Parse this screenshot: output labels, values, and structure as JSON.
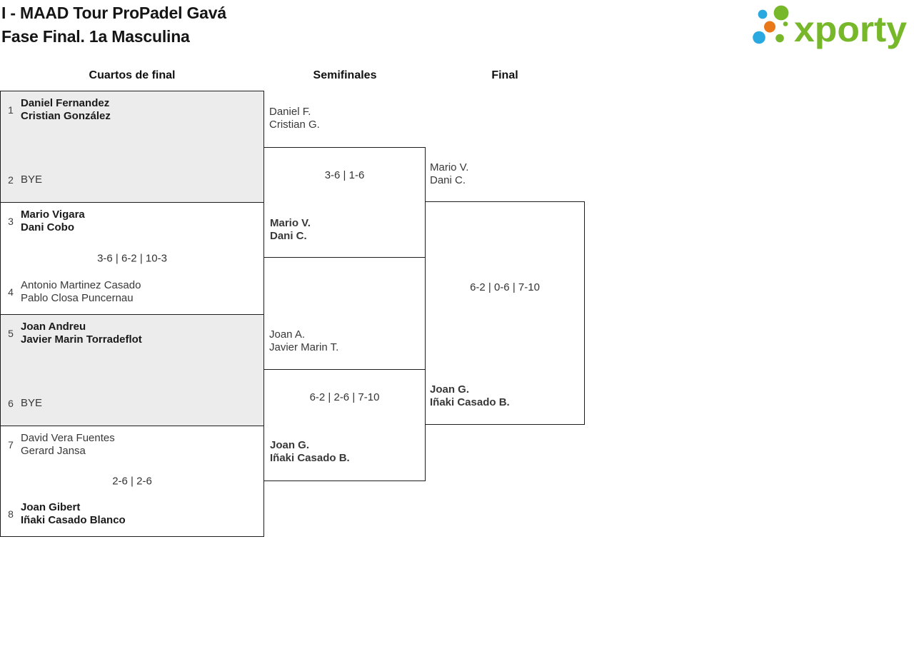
{
  "header": {
    "title_line1": "I - MAAD Tour ProPadel Gavá",
    "title_line2": "Fase Final. 1a Masculina",
    "logo_text": "xporty"
  },
  "brand_colors": {
    "green": "#77b82b",
    "blue": "#2aa9e0",
    "orange": "#e87818"
  },
  "round_headers": [
    "Cuartos de final",
    "Semifinales",
    "Final"
  ],
  "bracket": {
    "quarterfinals": [
      {
        "match": "QF1",
        "top": {
          "seed": "1",
          "players": [
            "Daniel Fernandez",
            "Cristian González"
          ],
          "winner": true
        },
        "bottom": {
          "seed": "2",
          "players": [
            "BYE"
          ],
          "winner": false
        },
        "score": "",
        "bye": true
      },
      {
        "match": "QF2",
        "top": {
          "seed": "3",
          "players": [
            "Mario Vigara",
            "Dani Cobo"
          ],
          "winner": true
        },
        "bottom": {
          "seed": "4",
          "players": [
            "Antonio Martinez Casado",
            "Pablo Closa Puncernau"
          ],
          "winner": false
        },
        "score": "3-6 | 6-2 | 10-3",
        "bye": false
      },
      {
        "match": "QF3",
        "top": {
          "seed": "5",
          "players": [
            "Joan Andreu",
            "Javier Marin Torradeflot"
          ],
          "winner": true
        },
        "bottom": {
          "seed": "6",
          "players": [
            "BYE"
          ],
          "winner": false
        },
        "score": "",
        "bye": true
      },
      {
        "match": "QF4",
        "top": {
          "seed": "7",
          "players": [
            "David Vera Fuentes",
            "Gerard Jansa"
          ],
          "winner": false
        },
        "bottom": {
          "seed": "8",
          "players": [
            "Joan Gibert",
            "Iñaki Casado Blanco"
          ],
          "winner": true
        },
        "score": "2-6 | 2-6",
        "bye": false
      }
    ],
    "semifinals": [
      {
        "match": "SF1",
        "top": {
          "players": [
            "Daniel F.",
            "Cristian G."
          ],
          "winner": false
        },
        "bottom": {
          "players": [
            "Mario V.",
            "Dani C."
          ],
          "winner": true
        },
        "score": "3-6 | 1-6"
      },
      {
        "match": "SF2",
        "top": {
          "players": [
            "Joan A.",
            "Javier Marin T."
          ],
          "winner": false
        },
        "bottom": {
          "players": [
            "Joan G.",
            "Iñaki Casado B."
          ],
          "winner": true
        },
        "score": "6-2 | 2-6 | 7-10"
      }
    ],
    "final": {
      "match": "Final",
      "top": {
        "players": [
          "Mario V.",
          "Dani C."
        ],
        "winner": false
      },
      "bottom": {
        "players": [
          "Joan G.",
          "Iñaki Casado B."
        ],
        "winner": true
      },
      "score": "6-2 | 0-6 | 7-10"
    }
  }
}
